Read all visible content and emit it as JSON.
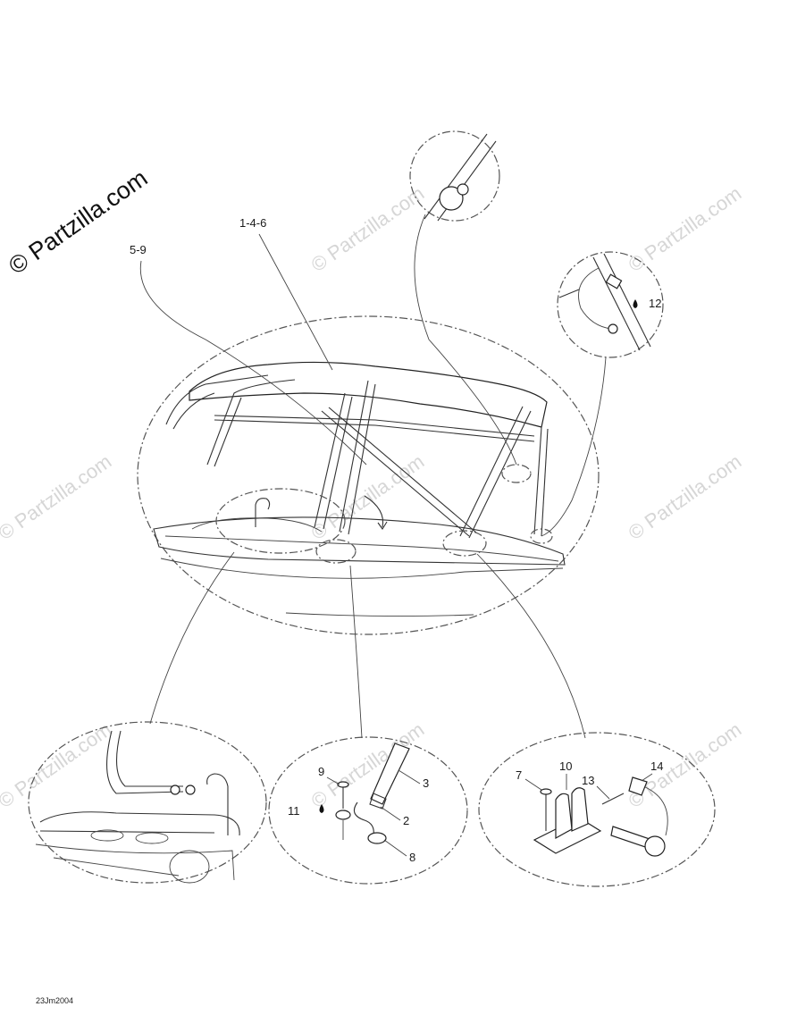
{
  "watermark": {
    "main": "© Partzilla.com",
    "repeated": "© Partzilla.com"
  },
  "callouts": {
    "c_1_4_6": "1-4-6",
    "c_5_9": "5-9",
    "c_12": "12",
    "c_9": "9",
    "c_3": "3",
    "c_11": "11",
    "c_2": "2",
    "c_8": "8",
    "c_7": "7",
    "c_10": "10",
    "c_13": "13",
    "c_14": "14"
  },
  "drawing_code": "23Jm2004",
  "colors": {
    "line": "#333333",
    "watermark": "#d6d6d6"
  }
}
